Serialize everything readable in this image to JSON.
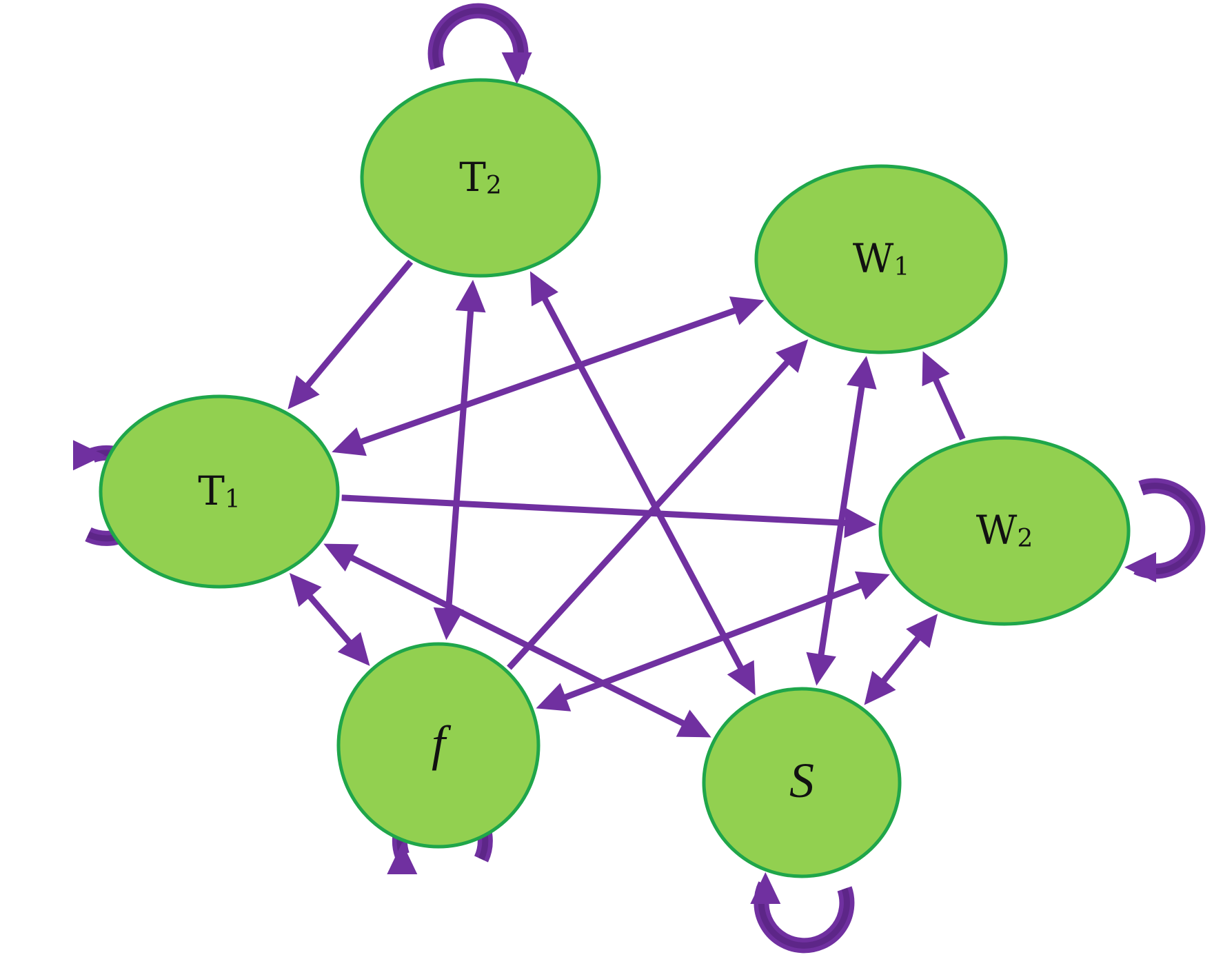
{
  "colors": {
    "node_fill": "#92d050",
    "node_stroke": "#1fa64a",
    "edge": "#7030a0",
    "edge_dark": "#4e1f75"
  },
  "nodes": [
    {
      "id": "T2",
      "base": "T",
      "sub": "2",
      "italic": false
    },
    {
      "id": "W1",
      "base": "W",
      "sub": "1",
      "italic": false
    },
    {
      "id": "T1",
      "base": "T",
      "sub": "1",
      "italic": false
    },
    {
      "id": "W2",
      "base": "W",
      "sub": "2",
      "italic": false
    },
    {
      "id": "f",
      "base": "f",
      "sub": "",
      "italic": true
    },
    {
      "id": "S",
      "base": "S",
      "sub": "",
      "italic": true
    }
  ],
  "edges": [
    {
      "from": "T2",
      "to": "T1",
      "bidirectional": false
    },
    {
      "from": "T2",
      "to": "f",
      "bidirectional": true
    },
    {
      "from": "T2",
      "to": "S",
      "bidirectional": true
    },
    {
      "from": "T1",
      "to": "W1",
      "bidirectional": true
    },
    {
      "from": "T1",
      "to": "W2",
      "bidirectional": false
    },
    {
      "from": "T1",
      "to": "f",
      "bidirectional": true
    },
    {
      "from": "T1",
      "to": "S",
      "bidirectional": true
    },
    {
      "from": "f",
      "to": "W1",
      "bidirectional": false
    },
    {
      "from": "W2",
      "to": "f",
      "bidirectional": true
    },
    {
      "from": "W1",
      "to": "S",
      "bidirectional": true
    },
    {
      "from": "W2",
      "to": "W1",
      "bidirectional": false
    },
    {
      "from": "W2",
      "to": "S",
      "bidirectional": true
    }
  ],
  "self_loops": [
    "T2",
    "T1",
    "W2",
    "f",
    "S"
  ]
}
